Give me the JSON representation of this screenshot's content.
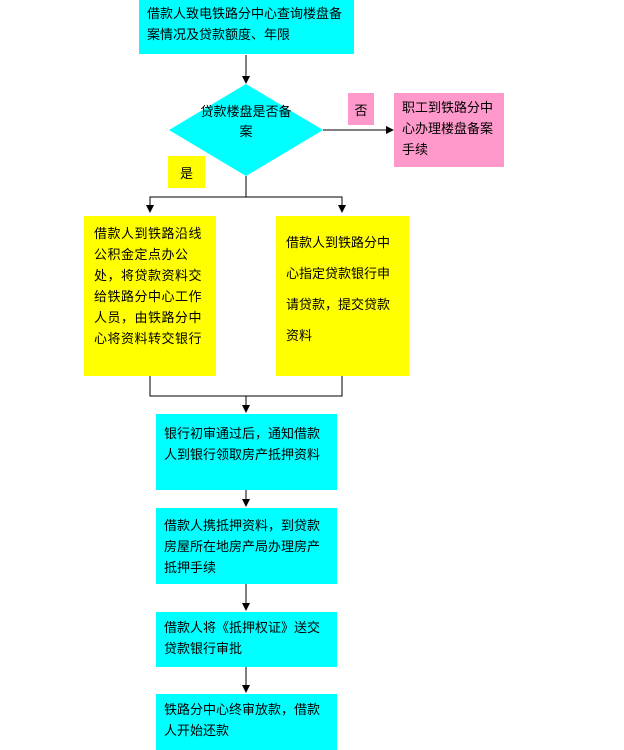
{
  "colors": {
    "cyan": "#00ffff",
    "yellow": "#ffff00",
    "pink": "#ff99cc"
  },
  "nodes": {
    "start": "借款人致电铁路分中心查询楼盘备案情况及贷款额度、年限",
    "decision": "贷款楼盘是否备案",
    "no_label": "否",
    "yes_label": "是",
    "register": "职工到铁路分中心办理楼盘备案手续",
    "left_branch": "借款人到铁路沿线公积金定点办公处，将贷款资料交给铁路分中心工作人员，由铁路分中心将资料转交银行",
    "right_branch": "借款人到铁路分中心指定贷款银行申请贷款，提交贷款资料",
    "preliminary": "银行初审通过后，通知借款人到银行领取房产抵押资料",
    "mortgage": "借款人携抵押资料，到贷款房屋所在地房产局办理房产抵押手续",
    "certificate": "借款人将《抵押权证》送交贷款银行审批",
    "final": "铁路分中心终审放款，借款人开始还款"
  }
}
